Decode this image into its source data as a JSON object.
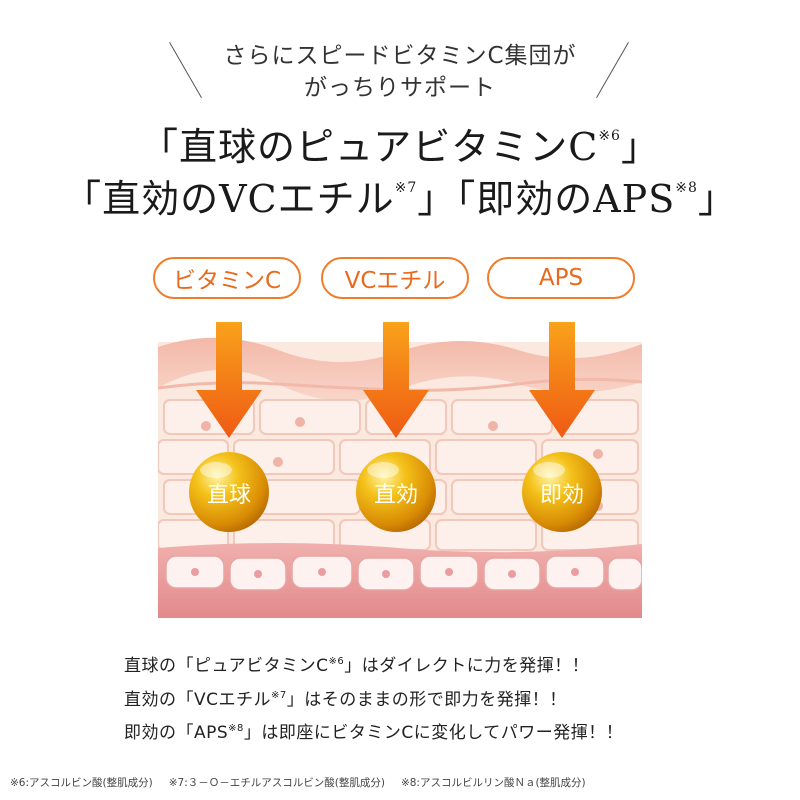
{
  "lead": {
    "line1": "さらにスピードビタミンC集団が",
    "line2": "がっちりサポート"
  },
  "title": {
    "line1_text": "「直球のピュアビタミンC",
    "line1_note": "※6",
    "line1_close": "」",
    "line2_part1": "「直効のVCエチル",
    "line2_note1": "※7",
    "line2_part2": "」「即効のAPS",
    "line2_note2": "※8",
    "line2_close": "」"
  },
  "pills": [
    "ビタミンC",
    "VCエチル",
    "APS"
  ],
  "spheres": [
    "直球",
    "直効",
    "即効"
  ],
  "body": [
    {
      "before": "直球の「ピュアビタミンC",
      "note": "※6",
      "after": "」はダイレクトに力を発揮！！"
    },
    {
      "before": "直効の「VCエチル",
      "note": "※7",
      "after": "」はそのままの形で即力を発揮！！"
    },
    {
      "before": "即効の「APS",
      "note": "※8",
      "after": "」は即座にビタミンCに変化してパワー発揮！！"
    }
  ],
  "footnotes": [
    "※6:アスコルビン酸(整肌成分)",
    "※7:３－Ｏ－エチルアスコルビン酸(整肌成分)",
    "※8:アスコルビルリン酸Ｎａ(整肌成分)"
  ],
  "colors": {
    "accent": "#ee7d2c",
    "skin_top": "#f5c6b8",
    "skin_mid": "#fbe7de",
    "skin_bottom": "#e89a98",
    "sphere": "#e8a80a"
  }
}
